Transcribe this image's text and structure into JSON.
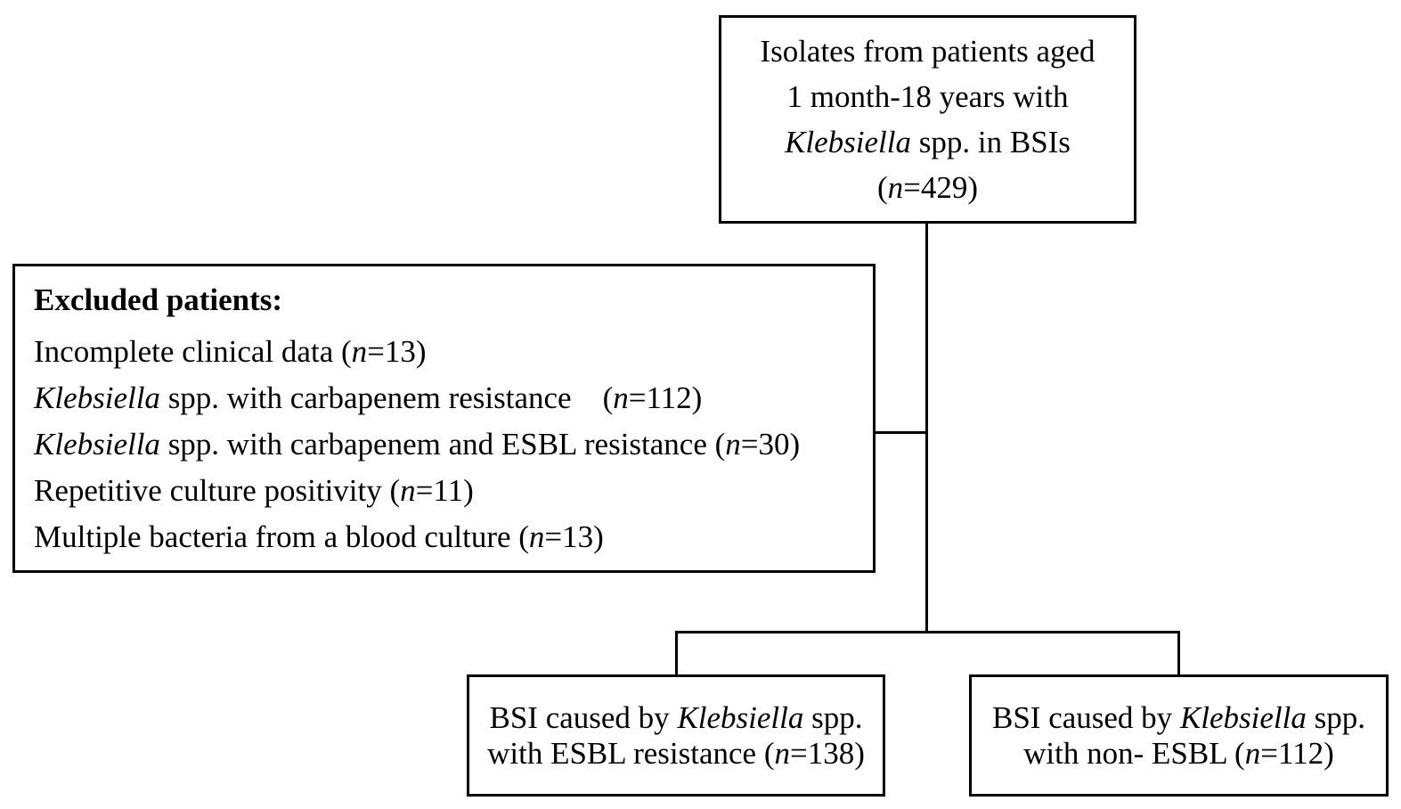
{
  "top_box": {
    "line1": "Isolates from patients aged",
    "line2": "1 month-18 years with",
    "line3_italic": "Klebsiella",
    "line3_rest": " spp. in BSIs",
    "line4_open": "(",
    "line4_n": "n",
    "line4_rest": "=429)"
  },
  "excluded": {
    "title": "Excluded patients:",
    "item1_text": "Incomplete clinical data (",
    "item1_n": "n",
    "item1_count": "=13)",
    "item2_italic": "Klebsiella",
    "item2_text": " spp. with carbapenem resistance    (",
    "item2_n": "n",
    "item2_count": "=112)",
    "item3_italic": "Klebsiella",
    "item3_text": " spp. with carbapenem and ESBL resistance (",
    "item3_n": "n",
    "item3_count": "=30)",
    "item4_text": "Repetitive culture positivity (",
    "item4_n": "n",
    "item4_count": "=11)",
    "item5_text": "Multiple bacteria from a blood culture (",
    "item5_n": "n",
    "item5_count": "=13)"
  },
  "esbl_box": {
    "line1_pre": "BSI caused by ",
    "line1_italic": "Klebsiella",
    "line1_post": " spp.",
    "line2_pre": "with ESBL resistance (",
    "line2_n": "n",
    "line2_count": "=138)"
  },
  "non_esbl_box": {
    "line1_pre": "BSI caused by ",
    "line1_italic": "Klebsiella",
    "line1_post": " spp.",
    "line2_pre": "with non- ESBL (",
    "line2_n": "n",
    "line2_count": "=112)"
  }
}
